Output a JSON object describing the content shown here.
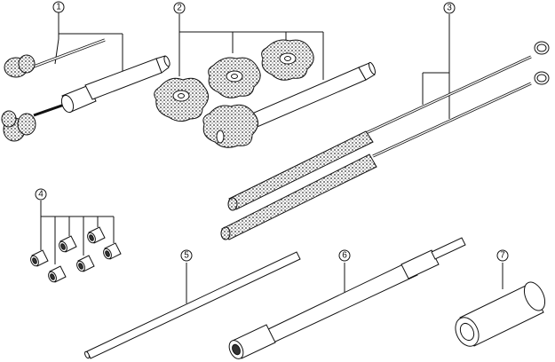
{
  "callouts": [
    {
      "label": "1"
    },
    {
      "label": "2"
    },
    {
      "label": "3"
    },
    {
      "label": "4"
    },
    {
      "label": "5"
    },
    {
      "label": "6"
    },
    {
      "label": "7"
    }
  ],
  "colors": {
    "ink": "#111111",
    "fill": "#ffffff",
    "shade": "#d9d9d9",
    "bristle": "#6a6a6a"
  }
}
